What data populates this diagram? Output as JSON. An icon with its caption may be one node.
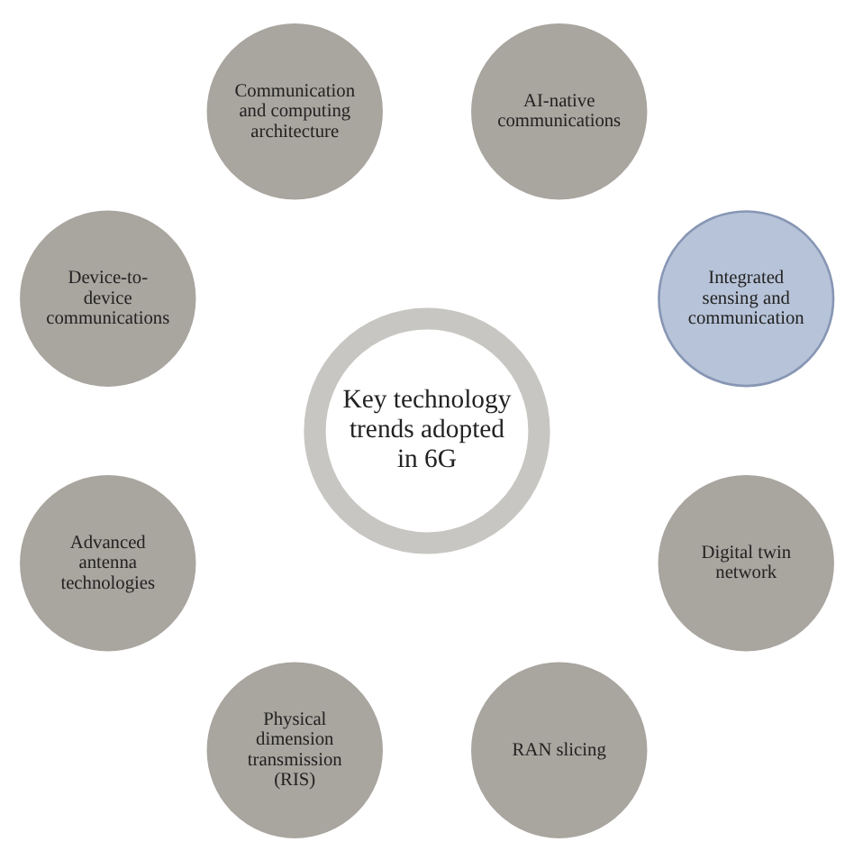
{
  "diagram": {
    "nodes": [
      {
        "text": [
          "Key technology trends adopted in 6G"
        ]
      },
      {
        "text": [
          "Integrated sensing and communication"
        ]
      },
      {
        "text": [
          "AI-native communications"
        ]
      },
      {
        "text": [
          "Communication and computing architecture"
        ]
      },
      {
        "text": [
          "Device-to-device communications"
        ]
      },
      {
        "text": [
          "Advanced antenna technologies"
        ]
      },
      {
        "text": [
          "Physical dimension transmission (RIS)"
        ]
      },
      {
        "text": [
          "RAN slicing"
        ]
      },
      {
        "text": [
          "Digital twin network"
        ]
      }
    ]
  }
}
